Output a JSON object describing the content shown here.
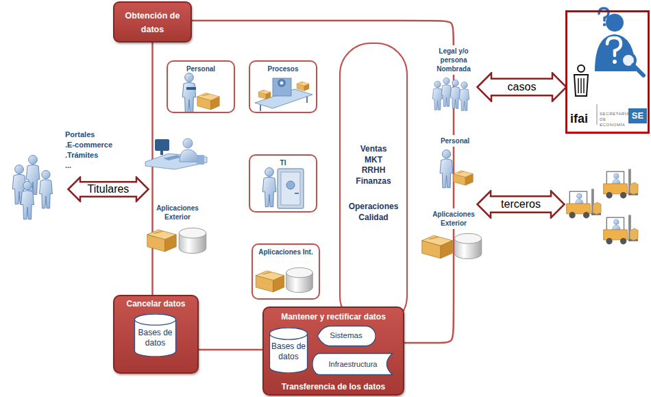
{
  "diagram": {
    "nodes": [
      {
        "text": [
          "Obtención de datos"
        ]
      },
      {
        "text": [
          "Personal"
        ]
      },
      {
        "text": [
          "Procesos"
        ]
      },
      {
        "text": [
          "TI"
        ]
      },
      {
        "text": [
          "Aplicaciones Int."
        ]
      },
      {
        "text": [
          "Ventas MKT RRHH Finanzas",
          "Operaciones Calidad"
        ]
      },
      {
        "text": [
          "Cancelar datos"
        ]
      },
      {
        "text": [
          "Bases de datos"
        ],
        "in": 6
      },
      {
        "text": [
          "Mantener y rectificar datos",
          "Transferencia de los datos"
        ]
      },
      {
        "text": [
          "Bases de datos"
        ],
        "in": 8
      },
      {
        "text": [
          "Sistemas"
        ],
        "in": 8
      },
      {
        "text": [
          "Infraestructura"
        ],
        "in": 8
      },
      {
        "text": [
          "Titulares"
        ]
      },
      {
        "text": [
          "casos"
        ]
      },
      {
        "text": [
          "terceros"
        ]
      },
      {
        "text": [
          "ifai",
          "SECRETARÍA DE ECONOMÍA",
          "SE"
        ]
      }
    ],
    "edges": [
      {
        "from": 0,
        "to": 6,
        "arrow": "none"
      },
      {
        "from": 6,
        "to": 8,
        "arrow": "none"
      },
      {
        "from": 0,
        "to": 8,
        "arrow": "none"
      }
    ],
    "labels": [
      "Portales",
      ".E-commerce",
      ".Trámites",
      "...",
      "Aplicaciones Exterior",
      "Legal y/o persona Nombrada",
      "Personal",
      "Aplicaciones Exterior"
    ]
  }
}
